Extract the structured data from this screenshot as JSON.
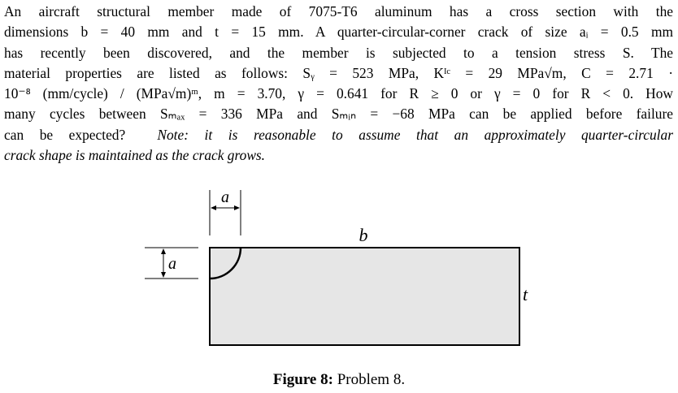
{
  "problem": {
    "line1": "An aircraft structural member made of 7075-T6 aluminum has a cross section with the",
    "line2": "dimensions b = 40 mm and t = 15 mm.  A quarter-circular-corner crack of size aᵢ = 0.5 mm",
    "line3": "has recently been discovered, and the member is subjected to a tension stress S.   The",
    "line4": "material properties are listed as follows: Sᵧ = 523 MPa, Kᴵᶜ = 29 MPa√m, C = 2.71 ·",
    "line5": "10⁻⁸ (mm/cycle) / (MPa√m)ᵐ, m = 3.70, γ = 0.641 for R ≥ 0 or γ = 0 for R < 0.  How",
    "line6": "many cycles between Sₘₐₓ = 336 MPa and Sₘᵢₙ = −68 MPa can be applied before failure",
    "line7_lead": "can be expected?",
    "line7_note": "Note: it is reasonable to assume that an approximately quarter-circular",
    "line8": "crack shape is maintained as the crack grows."
  },
  "figure": {
    "label_a_top": "a",
    "label_a_left": "a",
    "label_b": "b",
    "label_t": "t",
    "caption_bold": "Figure 8:",
    "caption_text": "Problem 8."
  }
}
